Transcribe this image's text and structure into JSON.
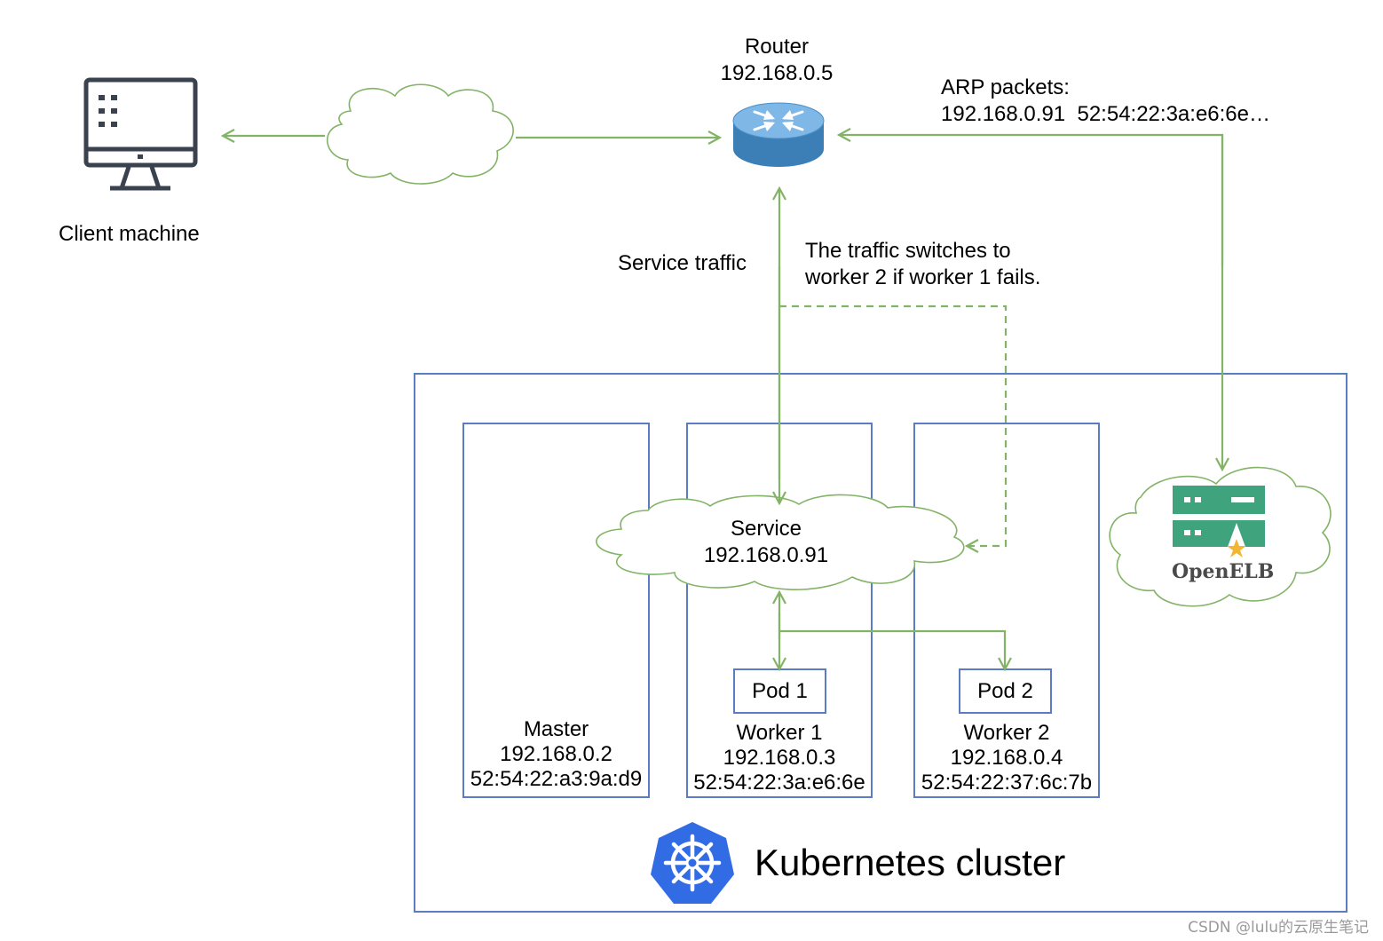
{
  "client": {
    "label": "Client machine",
    "icon": "monitor-icon"
  },
  "router": {
    "name": "Router",
    "ip": "192.168.0.5",
    "icon": "router-icon"
  },
  "arp": {
    "title": "ARP packets:",
    "ip": "192.168.0.91",
    "mac": "52:54:22:3a:e6:6e…"
  },
  "service_traffic": {
    "label": "Service traffic"
  },
  "failover": {
    "line1": "The traffic switches to",
    "line2": "worker 2 if worker 1 fails."
  },
  "service": {
    "name": "Service",
    "ip": "192.168.0.91"
  },
  "nodes": [
    {
      "name": "Master",
      "ip": "192.168.0.2",
      "mac": "52:54:22:a3:9a:d9"
    },
    {
      "name": "Worker 1",
      "ip": "192.168.0.3",
      "mac": "52:54:22:3a:e6:6e"
    },
    {
      "name": "Worker 2",
      "ip": "192.168.0.4",
      "mac": "52:54:22:37:6c:7b"
    }
  ],
  "pods": [
    {
      "name": "Pod 1"
    },
    {
      "name": "Pod 2"
    }
  ],
  "openelb": {
    "name": "OpenELB",
    "icon": "openelb-server-icon"
  },
  "cluster": {
    "title": "Kubernetes cluster",
    "icon": "kubernetes-helm-icon"
  },
  "watermark": "CSDN @lulu的云原生笔记",
  "colors": {
    "arrow": "#82b366",
    "frame": "#5b7cc4",
    "router": "#3b8fc7",
    "openelb": "#3fa47d",
    "kubernetes": "#326ce5",
    "icon_dark": "#39424e"
  }
}
